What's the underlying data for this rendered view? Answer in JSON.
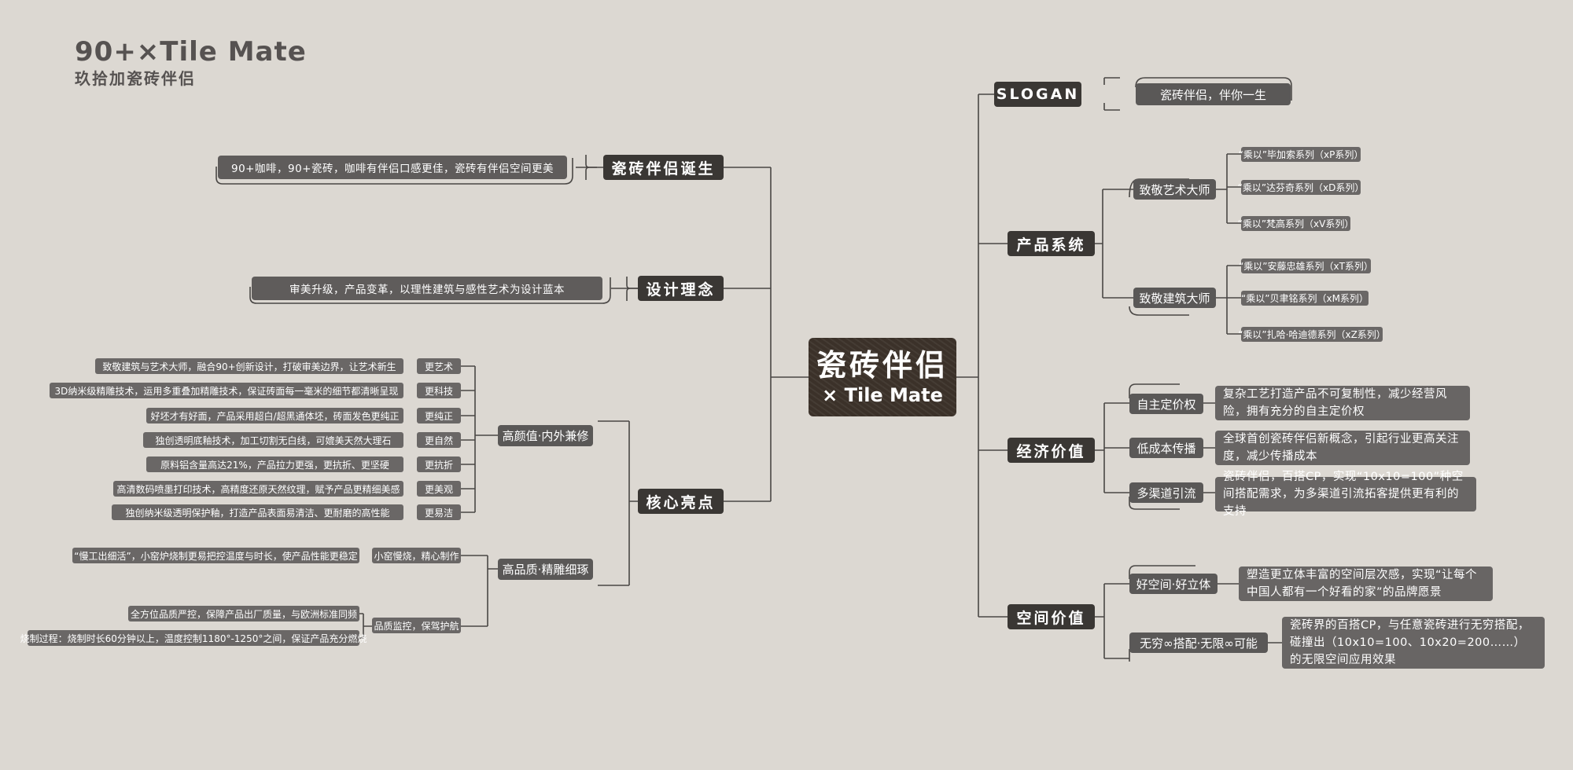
{
  "logo": {
    "title": "90+×Tile Mate",
    "subtitle": "玖拾加瓷砖伴侣"
  },
  "center": {
    "title": "瓷砖伴侣",
    "subtitle": "× Tile Mate"
  },
  "left": {
    "birth": {
      "label": "瓷砖伴侣诞生",
      "desc": "90+咖啡，90+瓷砖，咖啡有伴侣口感更佳，瓷砖有伴侣空间更美"
    },
    "design": {
      "label": "设计理念",
      "desc": "审美升级，产品变革，以理性建筑与感性艺术为设计蓝本"
    },
    "core": {
      "label": "核心亮点",
      "beauty": {
        "label": "高颜值·内外兼修",
        "items": [
          {
            "tag": "更艺术",
            "text": "致敬建筑与艺术大师，融合90+创新设计，打破审美边界，让艺术新生"
          },
          {
            "tag": "更科技",
            "text": "3D纳米级精雕技术，运用多重叠加精雕技术，保证砖面每一毫米的细节都清晰呈现"
          },
          {
            "tag": "更纯正",
            "text": "好坯才有好面，产品采用超白/超黑通体坯，砖面发色更纯正"
          },
          {
            "tag": "更自然",
            "text": "独创透明底釉技术，加工切割无白线，可媲美天然大理石"
          },
          {
            "tag": "更抗折",
            "text": "原料铝含量高达21%，产品拉力更强，更抗折、更坚硬"
          },
          {
            "tag": "更美观",
            "text": "高清数码喷墨打印技术，高精度还原天然纹理，赋予产品更精细美感"
          },
          {
            "tag": "更易洁",
            "text": "独创纳米级透明保护釉，打造产品表面易清洁、更耐磨的高性能"
          }
        ]
      },
      "quality": {
        "label": "高品质·精雕细琢",
        "kiln": {
          "tag": "小窑慢烧，精心制作",
          "text": "“慢工出细活”，小窑炉烧制更易把控温度与时长，使产品性能更稳定"
        },
        "control": {
          "tag": "品质监控，保驾护航",
          "items": [
            "全方位品质严控，保障产品出厂质量，与欧洲标准同频",
            "烧制过程：烧制时长60分钟以上，温度控制1180°-1250°之间，保证产品充分燃烧"
          ]
        }
      }
    }
  },
  "right": {
    "slogan": {
      "label": "SLOGAN",
      "text": "瓷砖伴侣，伴你一生"
    },
    "product": {
      "label": "产品系统",
      "art": {
        "label": "致敬艺术大师",
        "items": [
          "“乘以”毕加索系列（xP系列）",
          "“乘以”达芬奇系列（xD系列）",
          "“乘以”梵高系列（xV系列）"
        ]
      },
      "arch": {
        "label": "致敬建筑大师",
        "items": [
          "“乘以”安藤忠雄系列（xT系列）",
          "“乘以”贝聿铭系列（xM系列）",
          "“乘以”扎哈·哈迪德系列（xZ系列）"
        ]
      }
    },
    "economic": {
      "label": "经济价值",
      "items": [
        {
          "label": "自主定价权",
          "text": "复杂工艺打造产品不可复制性，减少经营风险，拥有充分的自主定价权"
        },
        {
          "label": "低成本传播",
          "text": "全球首创瓷砖伴侣新概念，引起行业更高关注度，减少传播成本"
        },
        {
          "label": "多渠道引流",
          "text": "瓷砖伴侣，百搭CP，实现“10x10=100”种空间搭配需求，为多渠道引流拓客提供更有利的支持"
        }
      ]
    },
    "space": {
      "label": "空间价值",
      "items": [
        {
          "label": "好空间·好立体",
          "text": "塑造更立体丰富的空间层次感，实现“让每个中国人都有一个好看的家”的品牌愿景"
        },
        {
          "label": "无穷∞搭配·无限∞可能",
          "text": "瓷砖界的百搭CP，与任意瓷砖进行无穷搭配，碰撞出（10x10=100、10x20=200……）的无限空间应用效果"
        }
      ]
    }
  },
  "colors": {
    "background": "#dcd8d2",
    "dark_node": "#3a3734",
    "node": "#5a5857",
    "leaf": "#6a6766",
    "line": "#4a4745"
  }
}
